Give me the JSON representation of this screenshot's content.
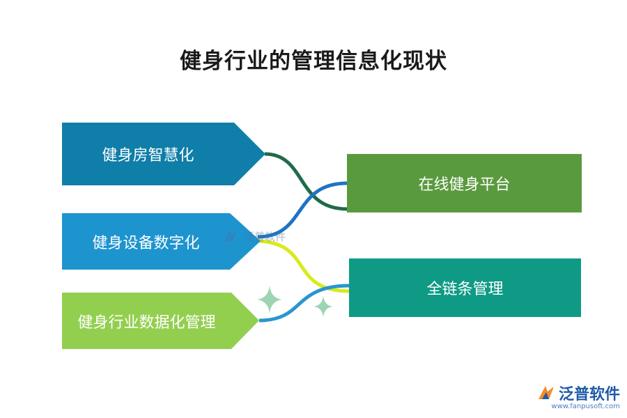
{
  "title": "健身行业的管理信息化现状",
  "left_nodes": [
    {
      "label": "健身房智慧化",
      "color": "#0f7ea8"
    },
    {
      "label": "健身设备数字化",
      "color": "#1e94cf"
    },
    {
      "label": "健身行业数据化管理",
      "color": "#93cf4f"
    }
  ],
  "right_nodes": [
    {
      "label": "在线健身平台",
      "color": "#5a9a3e"
    },
    {
      "label": "全链条管理",
      "color": "#0f9a85"
    }
  ],
  "connector_colors": {
    "dark_green": "#1f6b4a",
    "blue": "#1f74c2",
    "yellow_green": "#d8ea1a",
    "sky_blue": "#2a96d0"
  },
  "decorations": {
    "sparkle_color": "#9ed4b3"
  },
  "watermark": {
    "text": "泛普软件",
    "icon": "fanpu-logo-icon"
  },
  "logo": {
    "text": "泛普软件",
    "url": "www.fanpusoft.com",
    "icon": "fanpu-logo-icon"
  }
}
